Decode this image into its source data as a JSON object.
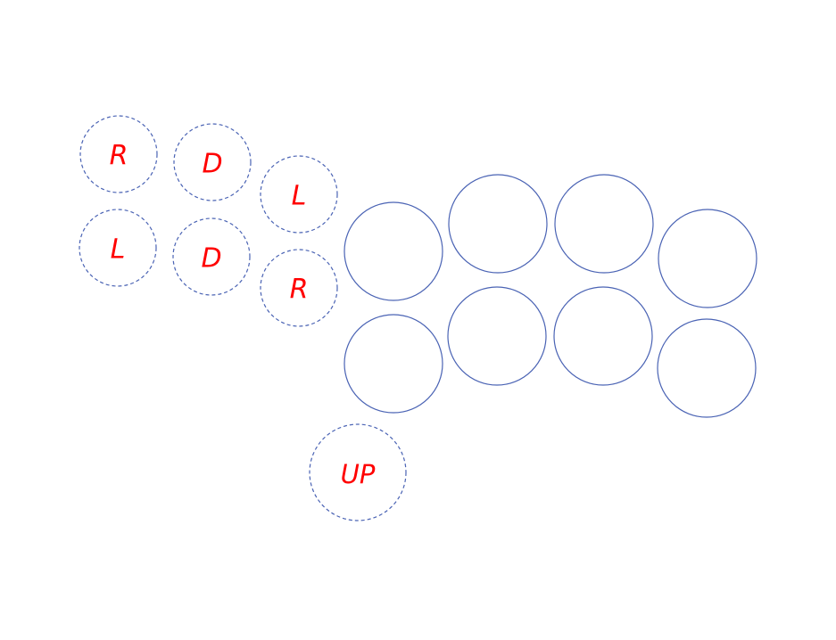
{
  "colors": {
    "outline": "#4a63b4",
    "label": "#ff0000",
    "background": "#ffffff"
  },
  "direction_buttons": [
    {
      "name": "dir-button-r-upper",
      "label": "R",
      "style": "dashed"
    },
    {
      "name": "dir-button-d-upper",
      "label": "D",
      "style": "dashed"
    },
    {
      "name": "dir-button-l-upper",
      "label": "L",
      "style": "dashed"
    },
    {
      "name": "dir-button-l-lower",
      "label": "L",
      "style": "dashed"
    },
    {
      "name": "dir-button-d-lower",
      "label": "D",
      "style": "dashed"
    },
    {
      "name": "dir-button-r-lower",
      "label": "R",
      "style": "dashed"
    },
    {
      "name": "up-button",
      "label": "UP",
      "style": "dashed"
    }
  ],
  "action_buttons": [
    {
      "name": "action-button-1",
      "label": ""
    },
    {
      "name": "action-button-2",
      "label": ""
    },
    {
      "name": "action-button-3",
      "label": ""
    },
    {
      "name": "action-button-4",
      "label": ""
    },
    {
      "name": "action-button-5",
      "label": ""
    },
    {
      "name": "action-button-6",
      "label": ""
    },
    {
      "name": "action-button-7",
      "label": ""
    },
    {
      "name": "action-button-8",
      "label": ""
    }
  ]
}
